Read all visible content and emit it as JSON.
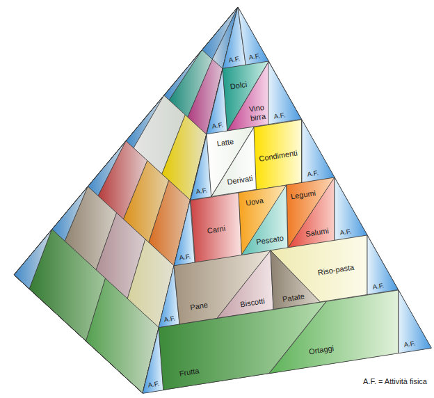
{
  "diagram": {
    "nodes": [
      {
        "text": [
          "A.F."
        ]
      },
      {
        "text": [
          "A.F."
        ]
      },
      {
        "text": [
          "A.F."
        ]
      },
      {
        "text": [
          "Dolci"
        ]
      },
      {
        "text": [
          "Vino birra"
        ]
      },
      {
        "text": [
          "A.F."
        ]
      },
      {
        "text": [
          "A.F."
        ]
      },
      {
        "text": [
          "Latte"
        ]
      },
      {
        "text": [
          "Derivati"
        ]
      },
      {
        "text": [
          "Condimenti"
        ]
      },
      {
        "text": [
          "A.F."
        ]
      },
      {
        "text": [
          "A.F."
        ]
      },
      {
        "text": [
          "Carni"
        ]
      },
      {
        "text": [
          "Uova"
        ]
      },
      {
        "text": [
          "Pescato"
        ]
      },
      {
        "text": [
          "Legumi"
        ]
      },
      {
        "text": [
          "Salumi"
        ]
      },
      {
        "text": [
          "A.F."
        ]
      },
      {
        "text": [
          "A.F."
        ]
      },
      {
        "text": [
          "Pane"
        ]
      },
      {
        "text": [
          "Biscotti"
        ]
      },
      {
        "text": [
          "Patate"
        ]
      },
      {
        "text": [
          "Riso-pasta"
        ]
      },
      {
        "text": [
          "A.F."
        ]
      },
      {
        "text": [
          "A.F."
        ]
      },
      {
        "text": [
          "Frutta"
        ]
      },
      {
        "text": [
          "Ortaggi"
        ]
      },
      {
        "text": [
          "A.F."
        ]
      }
    ],
    "labels": [
      "A.F. = Attività fisica"
    ]
  }
}
